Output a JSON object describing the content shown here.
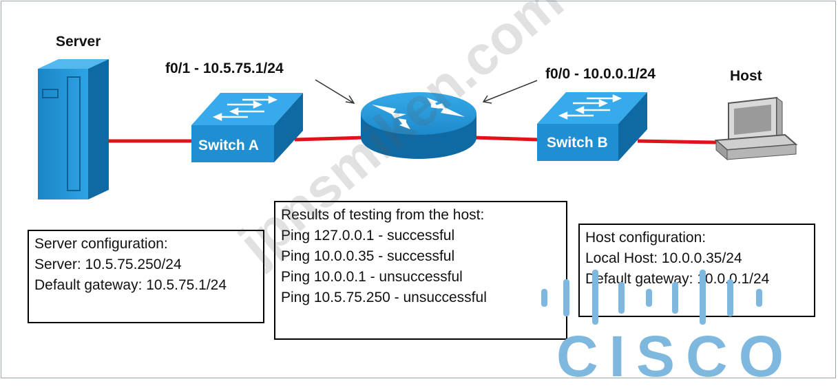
{
  "labels": {
    "server": "Server",
    "host": "Host",
    "router_f01": "f0/1 - 10.5.75.1/24",
    "router_f00": "f0/0 - 10.0.0.1/24",
    "switch_a": "Switch A",
    "switch_b": "Switch B"
  },
  "server_config": {
    "lines": [
      "Server configuration:",
      "Server: 10.5.75.250/24",
      "Default gateway: 10.5.75.1/24"
    ]
  },
  "results": {
    "lines": [
      "Results of testing from the host:",
      "Ping 127.0.0.1 - successful",
      "Ping 10.0.0.35 - successful",
      "Ping 10.0.0.1 - unsuccessful",
      "Ping 10.5.75.250 - unsuccessful"
    ]
  },
  "host_config": {
    "lines": [
      "Host configuration:",
      "Local Host: 10.0.0.35/24",
      "Default gateway: 10.0.0.1/24"
    ]
  },
  "watermark": "jpnsmiken.com",
  "logo": "CISCO",
  "colors": {
    "link": "#e0121a",
    "device_blue": "#1f8fd1",
    "logo_blue": "#7fb8df"
  }
}
